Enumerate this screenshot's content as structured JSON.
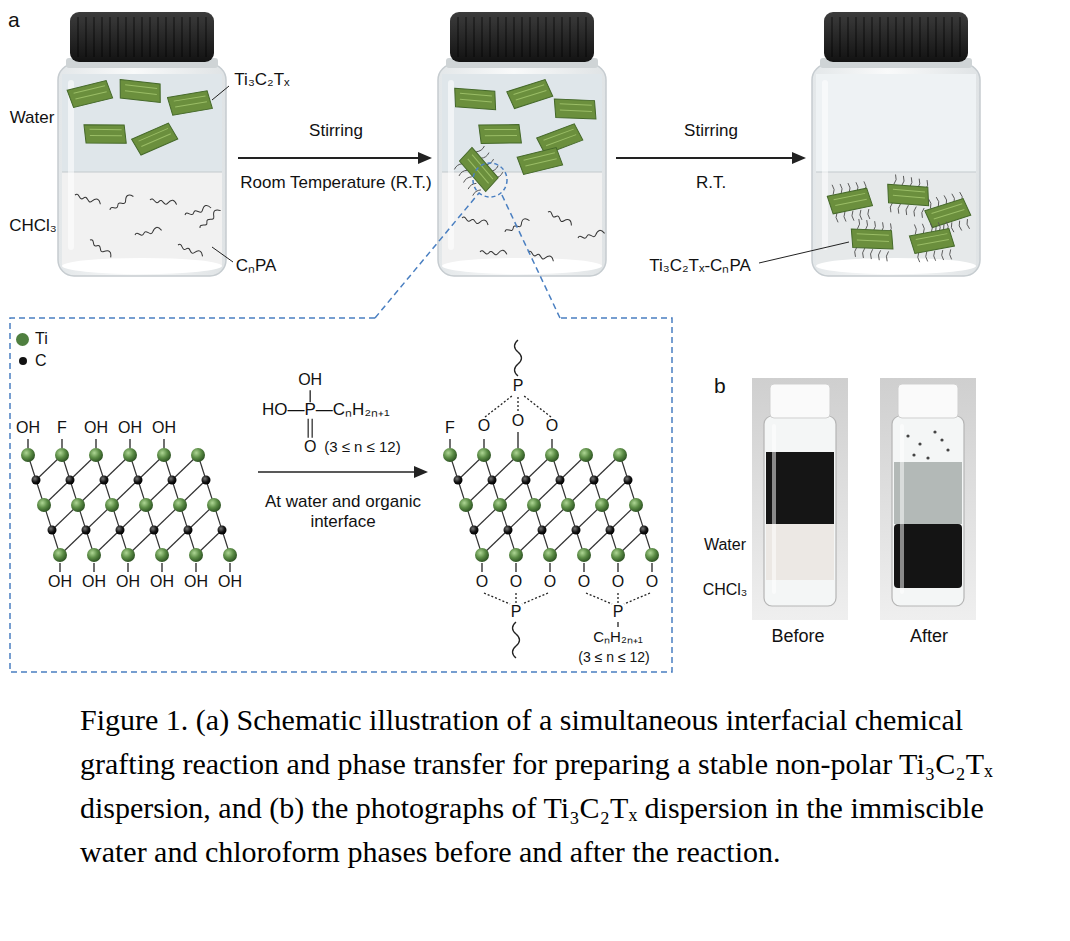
{
  "diagram": {
    "caption": "Figure 1. (a) Schematic illustration of a simultaneous interfacial chemical grafting reaction and phase transfer for preparing a stable non-polar Ti₃C₂Tₓ dispersion, and (b) the photographs of Ti₃C₂Tₓ dispersion in the immiscible water and chloroform phases before and after the reaction.",
    "labels": [
      "a",
      "Water",
      "Ti₃C₂Tₓ",
      "Stirring",
      "Room Temperature (R.T.)",
      "Stirring",
      "R.T.",
      "CHCl₃",
      "CₙPA",
      "Ti₃C₂Tₓ-CₙPA",
      "OH",
      "HO—P—CₙH₂ₙ₊₁",
      "O",
      "(3 ≤ n ≤ 12)",
      "At water and organic interface",
      "OH",
      "F",
      "OH",
      "OH",
      "OH",
      "P",
      "F",
      "O",
      "O",
      "O",
      "OH",
      "OH",
      "OH",
      "OH",
      "OH",
      "OH",
      "O",
      "O",
      "O",
      "O",
      "O",
      "O",
      "P",
      "P",
      "CₙH₂ₙ₊₁",
      "(3 ≤ n ≤ 12)",
      "b",
      "Water",
      "CHCl₃",
      "Before",
      "After"
    ],
    "legend": [
      {
        "text": "Ti",
        "color": "#4f7f3f"
      },
      {
        "text": "C",
        "color": "#111111"
      }
    ]
  }
}
